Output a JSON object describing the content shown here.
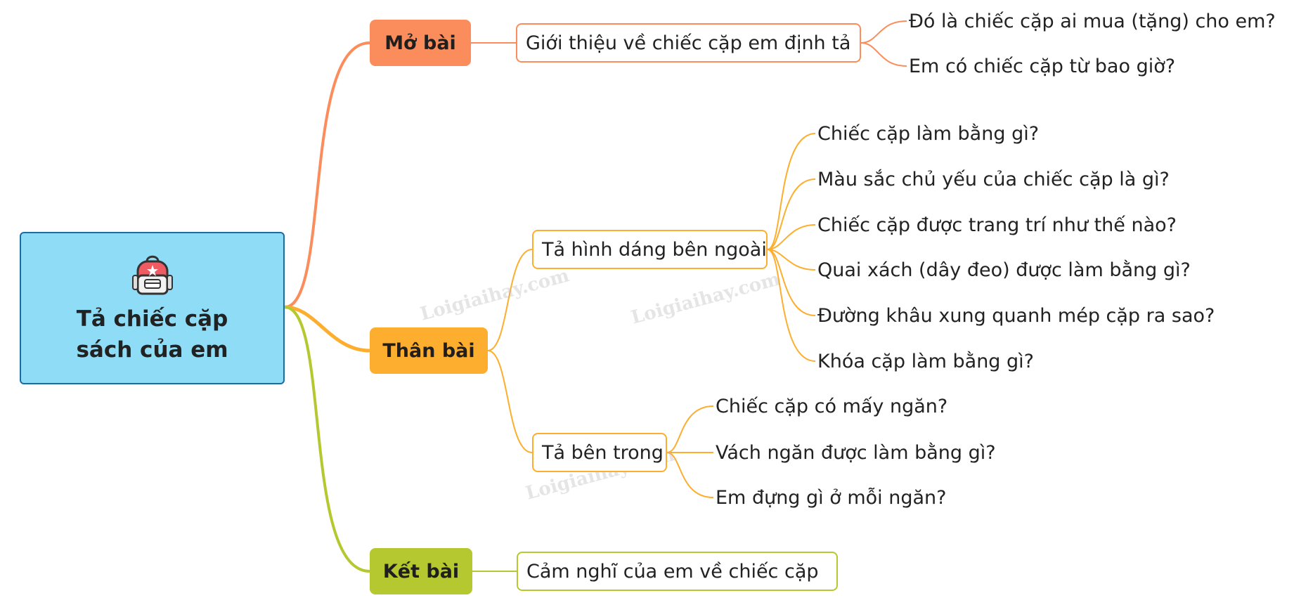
{
  "root": {
    "title": "Tả chiếc cặp sách của em",
    "icon": "backpack-icon"
  },
  "sections": {
    "open": {
      "label": "Mở bài",
      "box": "Giới thiệu về chiếc cặp em định tả",
      "leaves": [
        "Đó là chiếc cặp ai mua (tặng) cho em?",
        "Em có chiếc cặp từ bao giờ?"
      ]
    },
    "body": {
      "label": "Thân bài",
      "exterior": {
        "box": "Tả hình dáng bên ngoài",
        "leaves": [
          "Chiếc cặp làm bằng gì?",
          "Màu sắc chủ yếu của chiếc cặp là gì?",
          "Chiếc cặp được trang trí như thế nào?",
          "Quai xách (dây đeo) được làm bằng gì?",
          "Đường khâu xung quanh mép cặp ra sao?",
          "Khóa cặp làm bằng gì?"
        ]
      },
      "interior": {
        "box": "Tả bên trong",
        "leaves": [
          "Chiếc cặp có mấy ngăn?",
          "Vách ngăn được làm bằng gì?",
          "Em đựng gì ở mỗi ngăn?"
        ]
      }
    },
    "end": {
      "label": "Kết bài",
      "box": "Cảm nghĩ của em về chiếc cặp"
    }
  },
  "watermark": "Loigiaihay.com",
  "colors": {
    "root_fill": "#8fdcf7",
    "root_border": "#1d6aa5",
    "open": "#fb8c5c",
    "body": "#fdae2e",
    "end": "#b5c82f"
  }
}
